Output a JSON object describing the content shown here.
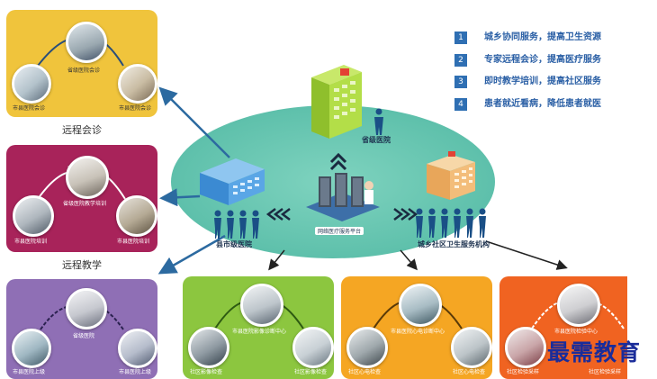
{
  "legend": [
    {
      "num": "1",
      "text": "城乡协同服务，提高卫生资源"
    },
    {
      "num": "2",
      "text": "专家远程会诊，提高医疗服务"
    },
    {
      "num": "3",
      "text": "即时教学培训，提高社区服务"
    },
    {
      "num": "4",
      "text": "患者就近看病，降低患者就医"
    }
  ],
  "colors": {
    "card_consult": "#f0c43c",
    "card_teach": "#a8235a",
    "card_ward": "#8f6fb5",
    "card_imaging": "#8cc63f",
    "card_ecg": "#f5a623",
    "card_lab": "#f06321",
    "arrow": "#2c6aa0",
    "legend_blue": "#2f6fb3"
  },
  "panels": {
    "consult": {
      "top": "省级医院会诊",
      "left": "市县医院会诊",
      "right": "市县医院会诊",
      "caption": "远程会诊"
    },
    "teach": {
      "top": "省级医院教学培训",
      "left": "市县医院培训",
      "right": "市县医院培训",
      "caption": "远程教学"
    },
    "ward": {
      "top": "省级医院",
      "left": "市县医院上级",
      "right": "市县医院上级"
    },
    "imaging": {
      "top": "市县医院影像诊断中心",
      "left": "社区影像检查",
      "right": "社区影像检查"
    },
    "ecg": {
      "top": "市县医院心电诊断中心",
      "left": "社区心电检查",
      "right": "社区心电检查"
    },
    "lab": {
      "top": "市县医院检验中心",
      "left": "社区检验采样",
      "right": "社区检验采样"
    }
  },
  "center": {
    "provincial": "省级医院",
    "county": "县市级医院",
    "community": "城乡社区卫生服务机构",
    "platform": "网络医疗服务平台"
  },
  "watermark": "最需教育"
}
